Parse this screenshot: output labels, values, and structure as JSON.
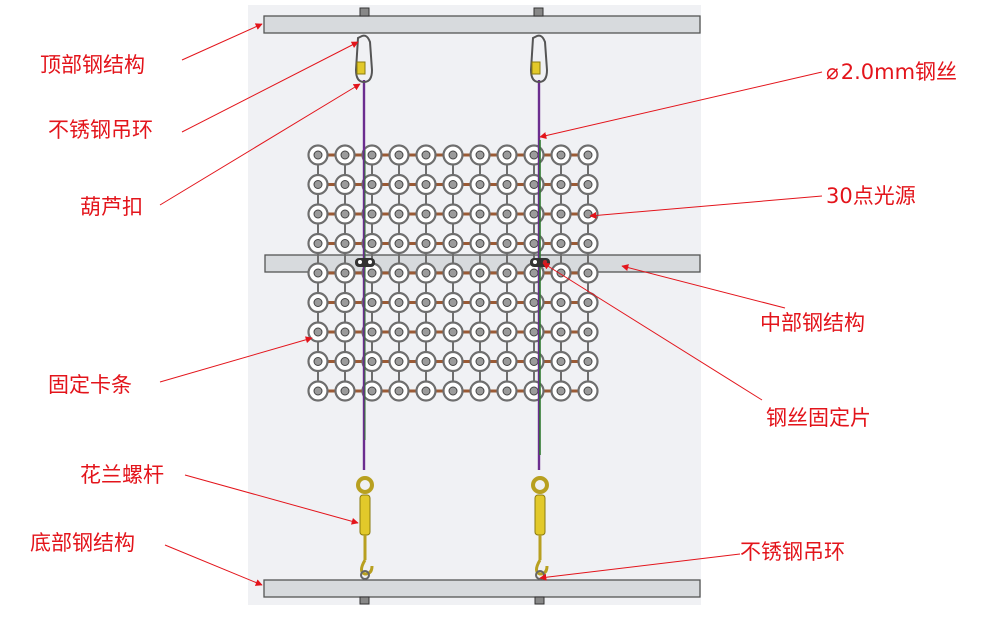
{
  "labels": {
    "top_steel": "顶部钢结构",
    "ss_ring_top": "不锈钢吊环",
    "turnbuckle_clip": "葫芦扣",
    "wire": "2.0mm钢丝",
    "light_source": "30点光源",
    "mid_steel": "中部钢结构",
    "fixing_strip": "固定卡条",
    "wire_clamp": "钢丝固定片",
    "turnbuckle": "花兰螺杆",
    "bottom_steel": "底部钢结构",
    "ss_ring_bottom": "不锈钢吊环"
  },
  "colors": {
    "label": "#e3141b",
    "leader": "#e3141b",
    "beam_fill": "#d7dadd",
    "beam_stroke": "#555555",
    "background_panel": "#f0f1f4",
    "node": "#6e6e6e",
    "connector": "#9a5a35",
    "wire_purple": "#6b2d8f",
    "wire_green": "#2f7a2f",
    "turnbuckle": "#e2c92a"
  },
  "icons": {
    "wire_symbol": "diameter-symbol"
  }
}
